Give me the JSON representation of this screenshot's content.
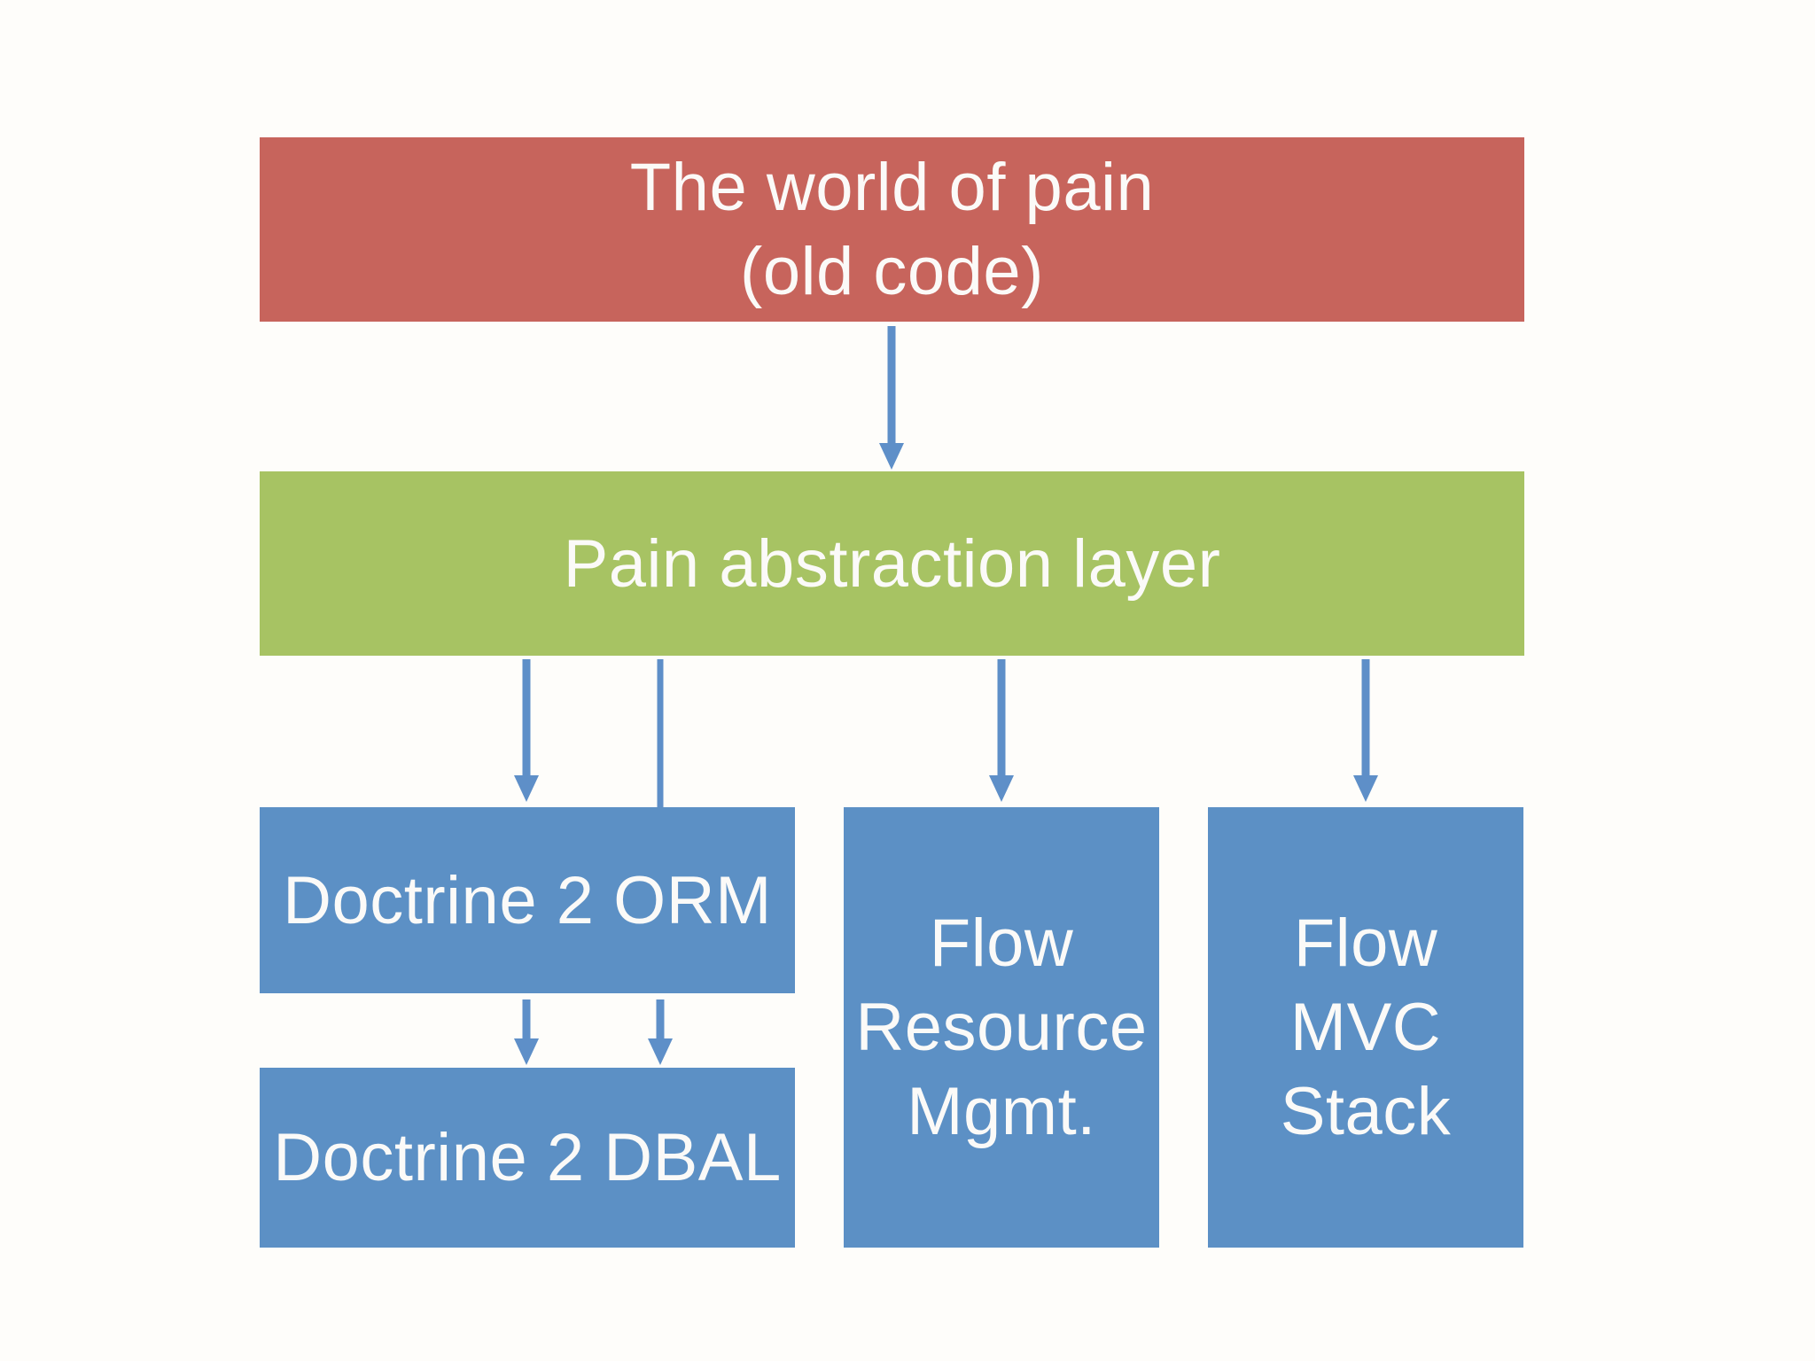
{
  "diagram": {
    "background": "#fefdfa",
    "colors": {
      "red": "#c7645c",
      "green": "#a7c363",
      "blue": "#5c90c5",
      "arrow": "#5e8fc8",
      "text": "#fbfaf8"
    },
    "nodes": [
      {
        "id": "world-of-pain",
        "color": "red",
        "lines": [
          "The world of pain",
          "(old code)"
        ]
      },
      {
        "id": "pain-abstraction-layer",
        "color": "green",
        "lines": [
          "Pain abstraction layer"
        ]
      },
      {
        "id": "doctrine-2-orm",
        "color": "blue",
        "lines": [
          "Doctrine 2 ORM"
        ]
      },
      {
        "id": "doctrine-2-dbal",
        "color": "blue",
        "lines": [
          "Doctrine 2 DBAL"
        ]
      },
      {
        "id": "flow-resource-mgmt",
        "color": "blue",
        "lines": [
          "Flow",
          "Resource",
          "Mgmt."
        ]
      },
      {
        "id": "flow-mvc-stack",
        "color": "blue",
        "lines": [
          "Flow",
          "MVC",
          "Stack"
        ]
      }
    ],
    "edges": [
      {
        "from": "world-of-pain",
        "to": "pain-abstraction-layer"
      },
      {
        "from": "pain-abstraction-layer",
        "to": "doctrine-2-orm"
      },
      {
        "from": "pain-abstraction-layer",
        "to": "doctrine-2-dbal",
        "note": "passes behind doctrine-2-orm"
      },
      {
        "from": "pain-abstraction-layer",
        "to": "flow-resource-mgmt"
      },
      {
        "from": "pain-abstraction-layer",
        "to": "flow-mvc-stack"
      },
      {
        "from": "doctrine-2-orm",
        "to": "doctrine-2-dbal"
      }
    ]
  }
}
